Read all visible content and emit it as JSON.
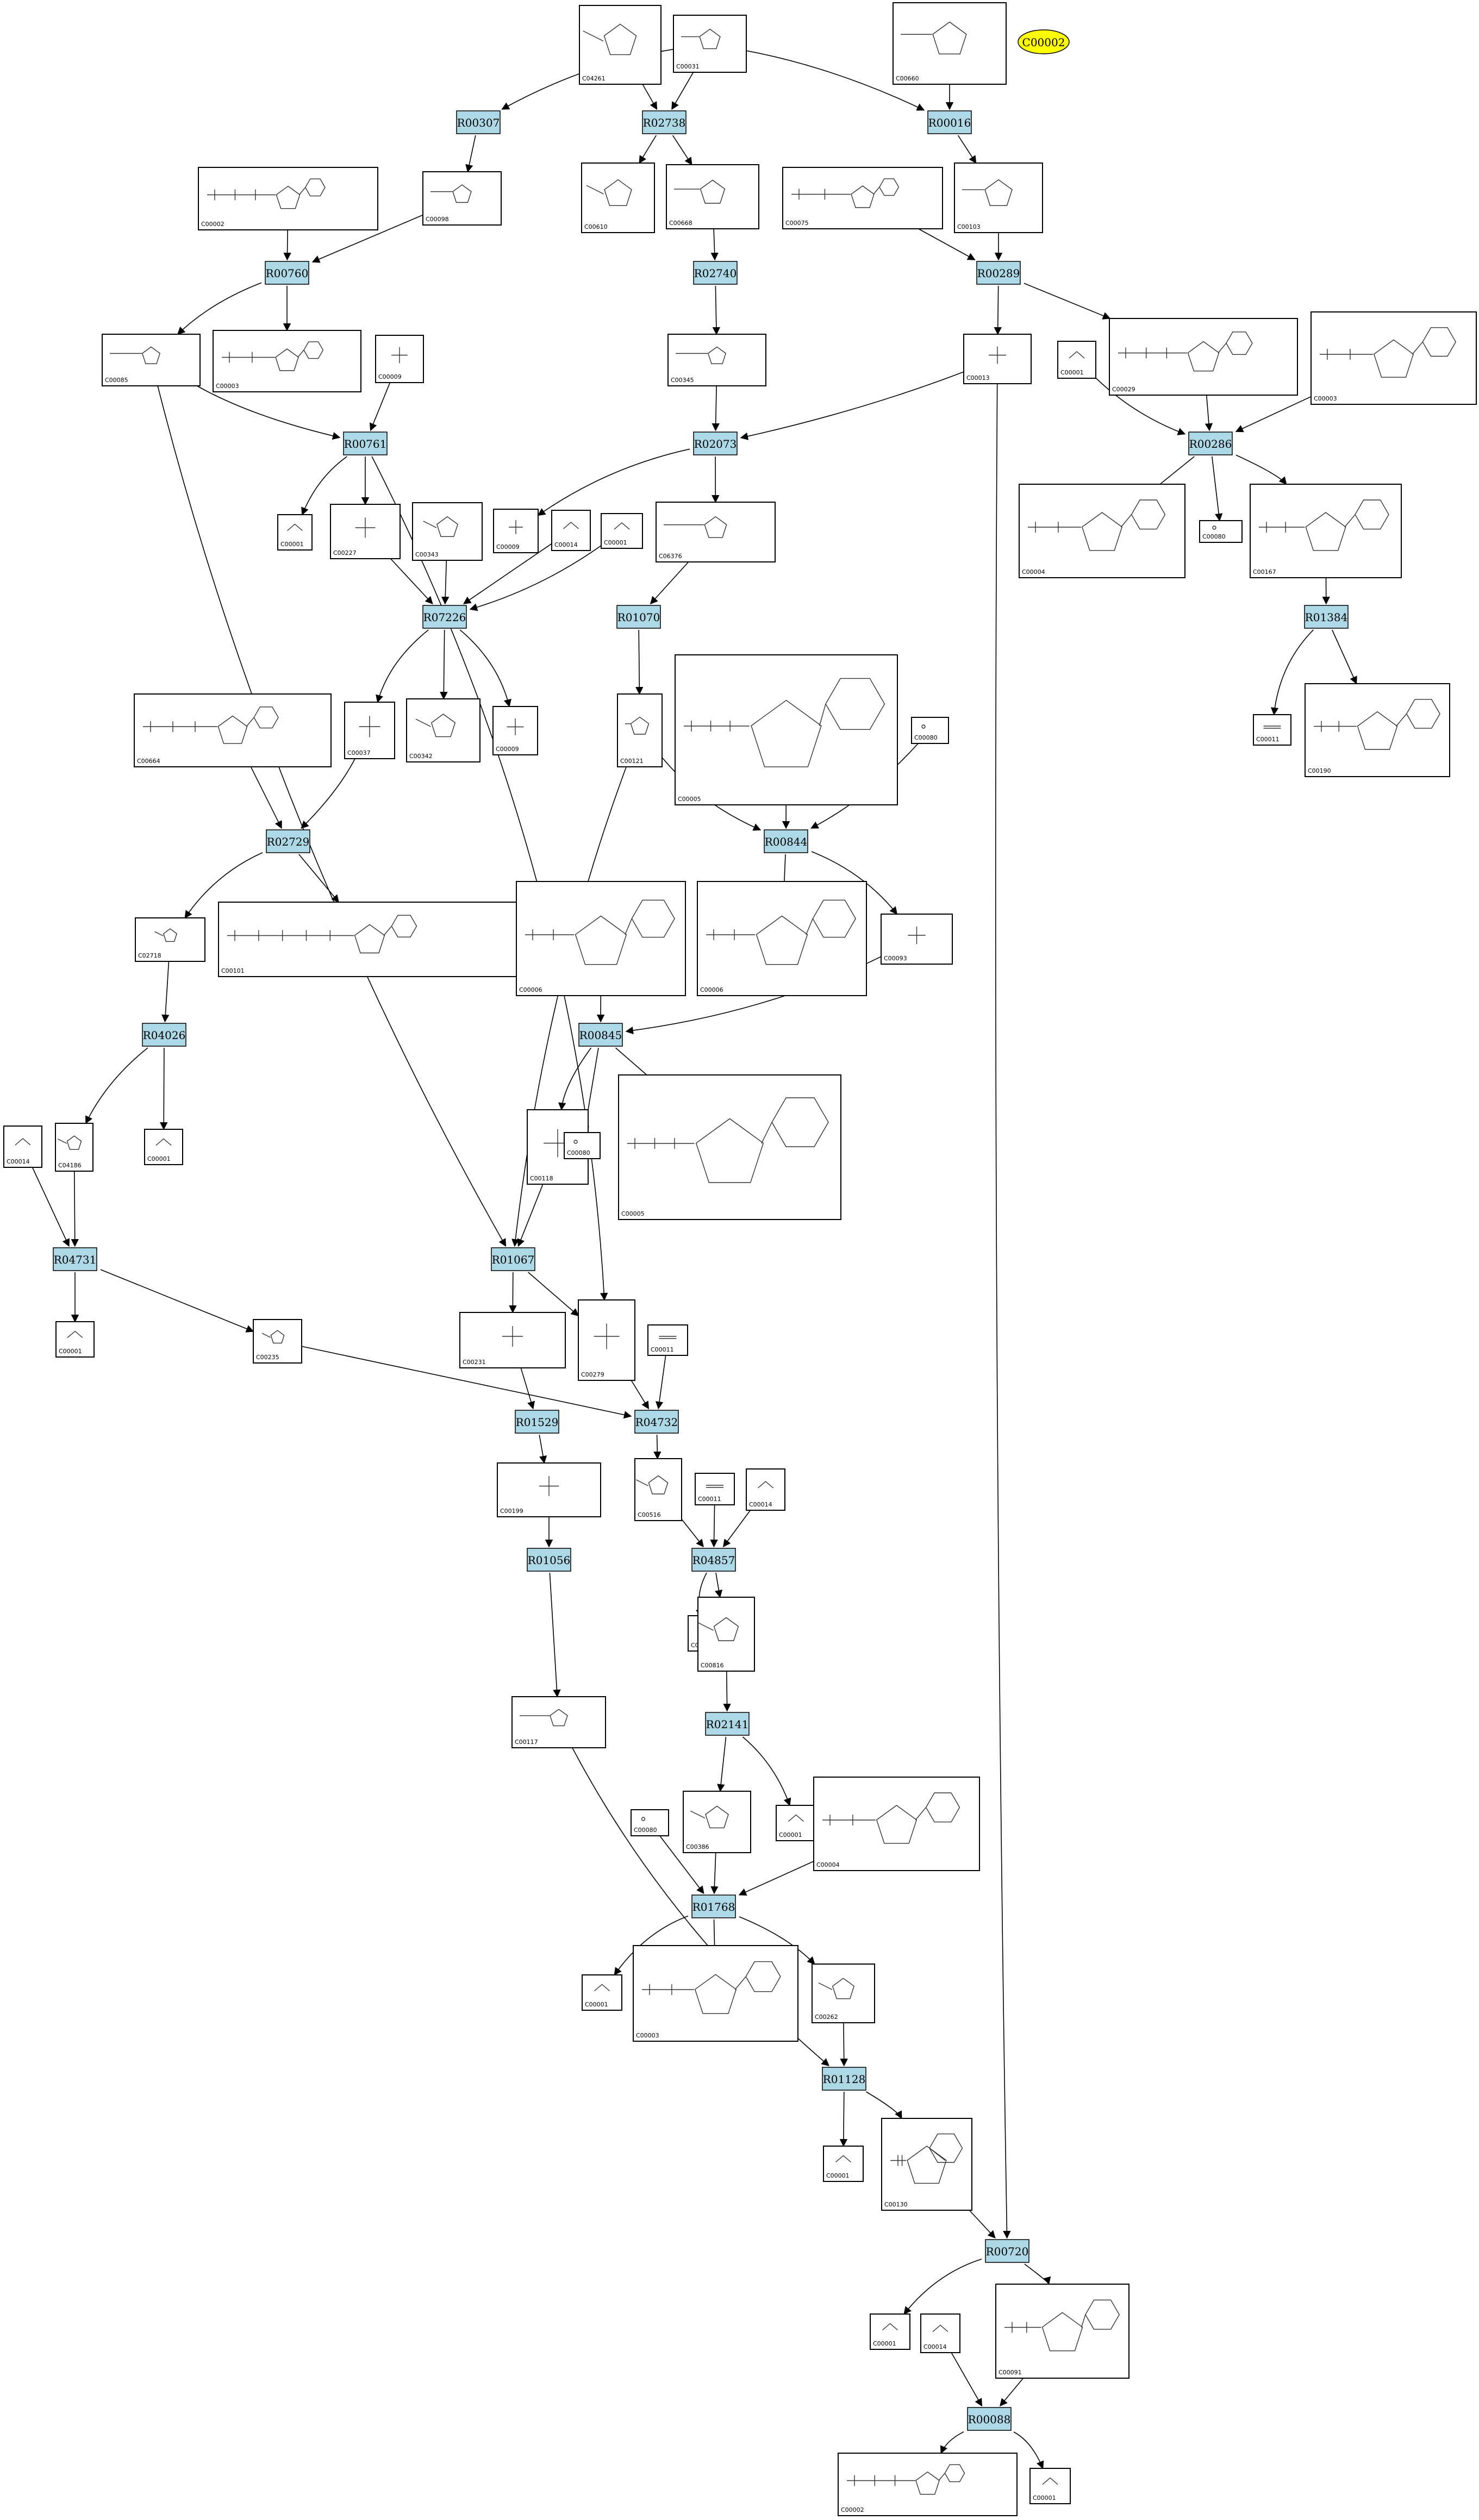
{
  "highlight": {
    "label": "C00002",
    "color": "#ffff00"
  },
  "reaction_color": "#add8e6",
  "reactions": [
    {
      "id": "R00307"
    },
    {
      "id": "R02738"
    },
    {
      "id": "R00016"
    },
    {
      "id": "R00760"
    },
    {
      "id": "R02740"
    },
    {
      "id": "R00289"
    },
    {
      "id": "R00761"
    },
    {
      "id": "R02073"
    },
    {
      "id": "R00286"
    },
    {
      "id": "R07226"
    },
    {
      "id": "R01070"
    },
    {
      "id": "R01384"
    },
    {
      "id": "R02729"
    },
    {
      "id": "R00844"
    },
    {
      "id": "R04026"
    },
    {
      "id": "R00845"
    },
    {
      "id": "R04731"
    },
    {
      "id": "R01067"
    },
    {
      "id": "R01529"
    },
    {
      "id": "R04732"
    },
    {
      "id": "R01056"
    },
    {
      "id": "R04857"
    },
    {
      "id": "R02141"
    },
    {
      "id": "R01768"
    },
    {
      "id": "R01128"
    },
    {
      "id": "R00720"
    },
    {
      "id": "R00088"
    }
  ],
  "compounds": [
    {
      "key": "c04261",
      "label": "C04261"
    },
    {
      "key": "c00031",
      "label": "C00031"
    },
    {
      "key": "c00660",
      "label": "C00660"
    },
    {
      "key": "c00002a",
      "label": "C00002"
    },
    {
      "key": "c00098",
      "label": "C00098"
    },
    {
      "key": "c00610",
      "label": "C00610"
    },
    {
      "key": "c00668",
      "label": "C00668"
    },
    {
      "key": "c00075",
      "label": "C00075"
    },
    {
      "key": "c00103",
      "label": "C00103"
    },
    {
      "key": "c00085",
      "label": "C00085"
    },
    {
      "key": "c00003a",
      "label": "C00003"
    },
    {
      "key": "c00009a",
      "label": "C00009"
    },
    {
      "key": "c00345",
      "label": "C00345"
    },
    {
      "key": "c00013",
      "label": "C00013"
    },
    {
      "key": "c00001a",
      "label": "C00001"
    },
    {
      "key": "c00029",
      "label": "C00029"
    },
    {
      "key": "c00003b",
      "label": "C00003"
    },
    {
      "key": "c00001b",
      "label": "C00001"
    },
    {
      "key": "c00227",
      "label": "C00227"
    },
    {
      "key": "c00343",
      "label": "C00343"
    },
    {
      "key": "c00009b",
      "label": "C00009"
    },
    {
      "key": "c00014a",
      "label": "C00014"
    },
    {
      "key": "c00001c",
      "label": "C00001"
    },
    {
      "key": "c06376",
      "label": "C06376"
    },
    {
      "key": "c00004a",
      "label": "C00004"
    },
    {
      "key": "c00080a",
      "label": "C00080"
    },
    {
      "key": "c00167",
      "label": "C00167"
    },
    {
      "key": "c00664",
      "label": "C00664"
    },
    {
      "key": "c00037",
      "label": "C00037"
    },
    {
      "key": "c00342",
      "label": "C00342"
    },
    {
      "key": "c00009c",
      "label": "C00009"
    },
    {
      "key": "c00121",
      "label": "C00121"
    },
    {
      "key": "c00005a",
      "label": "C00005"
    },
    {
      "key": "c00080b",
      "label": "C00080"
    },
    {
      "key": "c00011a",
      "label": "C00011"
    },
    {
      "key": "c00190",
      "label": "C00190"
    },
    {
      "key": "c02718",
      "label": "C02718"
    },
    {
      "key": "c00101",
      "label": "C00101"
    },
    {
      "key": "c00006a",
      "label": "C00006"
    },
    {
      "key": "c00006b",
      "label": "C00006"
    },
    {
      "key": "c00093",
      "label": "C00093"
    },
    {
      "key": "c00014b",
      "label": "C00014"
    },
    {
      "key": "c04186",
      "label": "C04186"
    },
    {
      "key": "c00001d",
      "label": "C00001"
    },
    {
      "key": "c00118",
      "label": "C00118"
    },
    {
      "key": "c00080c",
      "label": "C00080"
    },
    {
      "key": "c00005b",
      "label": "C00005"
    },
    {
      "key": "c00001e",
      "label": "C00001"
    },
    {
      "key": "c00231",
      "label": "C00231"
    },
    {
      "key": "c00279",
      "label": "C00279"
    },
    {
      "key": "c00011b",
      "label": "C00011"
    },
    {
      "key": "c00235",
      "label": "C00235"
    },
    {
      "key": "c00199",
      "label": "C00199"
    },
    {
      "key": "c00516",
      "label": "C00516"
    },
    {
      "key": "c00011c",
      "label": "C00011"
    },
    {
      "key": "c00014c",
      "label": "C00014"
    },
    {
      "key": "c00001f",
      "label": "C00001"
    },
    {
      "key": "c00816",
      "label": "C00816"
    },
    {
      "key": "c00117",
      "label": "C00117"
    },
    {
      "key": "c00080d",
      "label": "C00080"
    },
    {
      "key": "c00386",
      "label": "C00386"
    },
    {
      "key": "c00001g",
      "label": "C00001"
    },
    {
      "key": "c00004b",
      "label": "C00004"
    },
    {
      "key": "c00001h",
      "label": "C00001"
    },
    {
      "key": "c00003c",
      "label": "C00003"
    },
    {
      "key": "c00262",
      "label": "C00262"
    },
    {
      "key": "c00001i",
      "label": "C00001"
    },
    {
      "key": "c00130",
      "label": "C00130"
    },
    {
      "key": "c00001j",
      "label": "C00001"
    },
    {
      "key": "c00014d",
      "label": "C00014"
    },
    {
      "key": "c00091",
      "label": "C00091"
    },
    {
      "key": "c00002b",
      "label": "C00002"
    },
    {
      "key": "c00001k",
      "label": "C00001"
    }
  ]
}
